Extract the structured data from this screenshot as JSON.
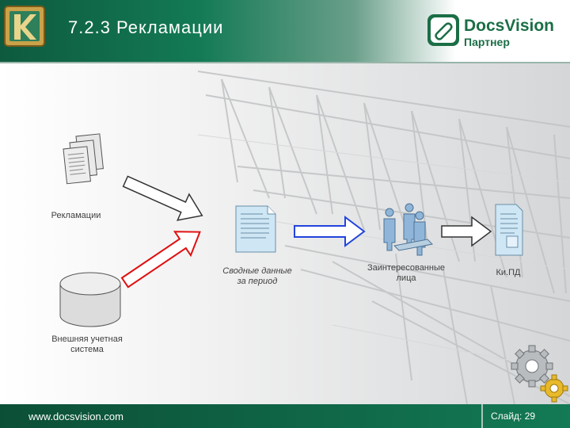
{
  "header": {
    "title": "7.2.3  Рекламации",
    "brand_name": "DocsVision",
    "brand_sub": "Партнер"
  },
  "diagram": {
    "nodes": {
      "claims": "Рекламации",
      "external": [
        "Внешняя учетная",
        "система"
      ],
      "summary": [
        "Сводные данные",
        "за период"
      ],
      "stakeholders": [
        "Заинтересованные",
        "лица"
      ],
      "kipd": "Ки.ПД"
    },
    "colors": {
      "arrow_plain": "#ffffff",
      "arrow_red": "#e01010",
      "arrow_blue": "#2244dd",
      "doc_blue": "#cfe6f5"
    }
  },
  "footer": {
    "url": "www.docsvision.com",
    "slide": "Слайд: 29"
  }
}
